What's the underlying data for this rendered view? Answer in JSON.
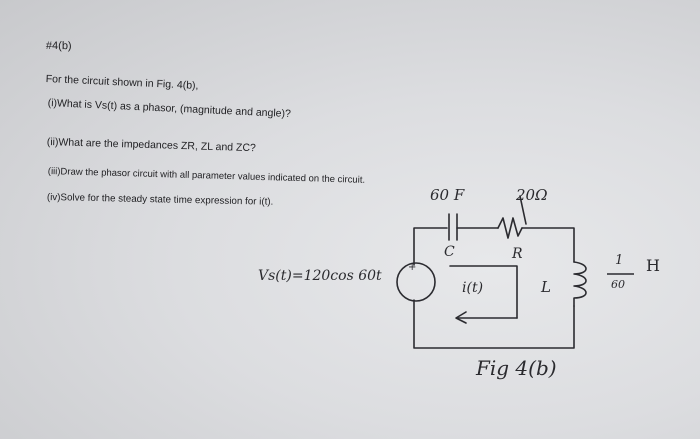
{
  "problem": {
    "heading": "#4(b)",
    "intro": "For the circuit shown in Fig. 4(b),",
    "questions": [
      "(i)What is Vs(t) as a phasor, (magnitude and angle)?",
      "(ii)What are the impedances ZR, ZL and ZC?",
      "(iii)Draw the phasor circuit with all parameter values indicated on the circuit.",
      "(iv)Solve for the steady state time expression for i(t)."
    ]
  },
  "circuit": {
    "capacitor_value": "60 F",
    "resistor_value": "20Ω",
    "capacitor_letter": "C",
    "resistor_letter": "R",
    "inductor_letter": "L",
    "inductor_value_numerator": "1",
    "inductor_value_denominator": "60",
    "inductor_unit": "H",
    "source_polarity": "+",
    "source_expression": "Vs(t)=120cos 60t",
    "current_label": "i(t)",
    "figure_caption": "Fig 4(b)"
  }
}
